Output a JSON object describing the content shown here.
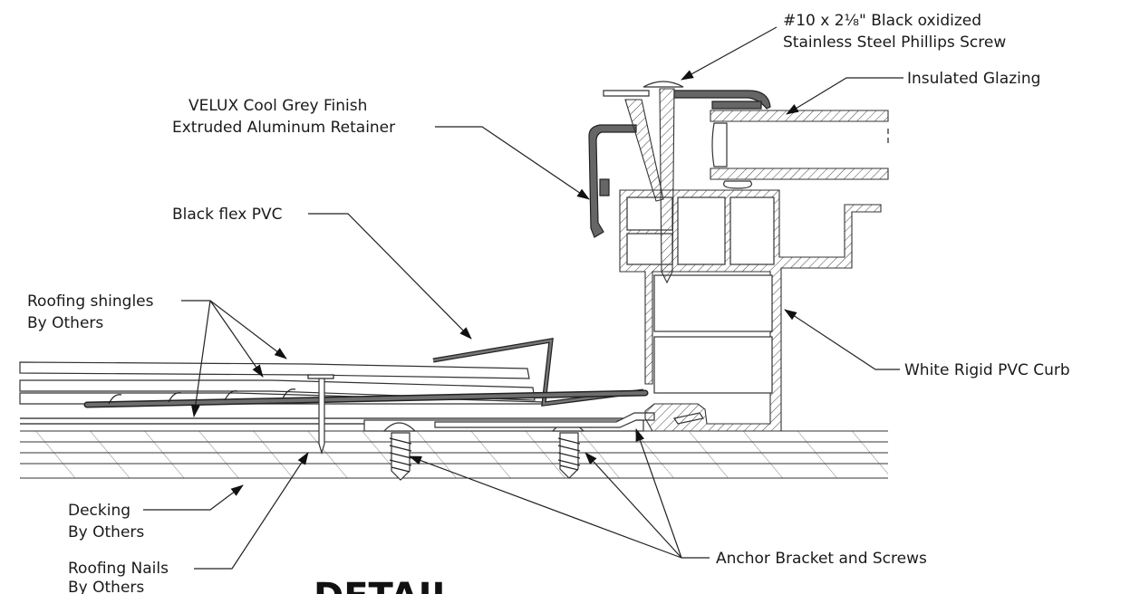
{
  "labels": {
    "screw_line1": "#10 x 2⅛\" Black oxidized",
    "screw_line2": "Stainless Steel Phillips Screw",
    "glazing": "Insulated Glazing",
    "retainer_line1": "VELUX Cool Grey Finish",
    "retainer_line2": "Extruded Aluminum Retainer",
    "flex_pvc": "Black flex PVC",
    "shingles_line1": "Roofing shingles",
    "shingles_line2": "By Others",
    "curb": "White Rigid PVC Curb",
    "decking_line1": "Decking",
    "decking_line2": "By Others",
    "anchor": "Anchor Bracket and Screws",
    "nails_line1": "Roofing Nails",
    "nails_line2": "By Others",
    "detail_title": "DETAIL"
  }
}
